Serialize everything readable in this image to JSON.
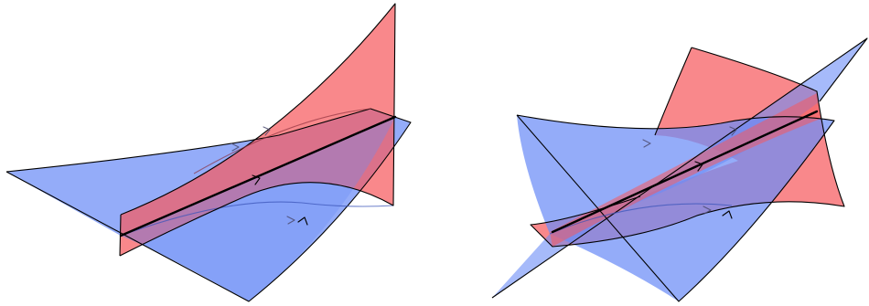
{
  "figure": {
    "panels": [
      {
        "name": "left-panel",
        "surfaces": [
          "blue-surface",
          "red-surface"
        ],
        "axis_line": "black-axis"
      },
      {
        "name": "right-panel",
        "surfaces": [
          "blue-surface",
          "red-surface"
        ],
        "axis_line": "black-axis"
      }
    ],
    "colors": {
      "blue_surface": "#6b8cf7",
      "red_surface": "#f65a5e",
      "axis_line": "#000000",
      "background": "#ffffff"
    }
  }
}
